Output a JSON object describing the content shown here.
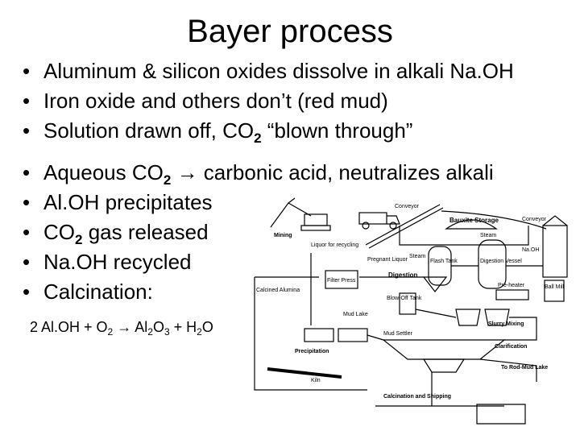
{
  "slide": {
    "title": "Bayer process",
    "bullets_group1": [
      {
        "text": "Aluminum & silicon oxides dissolve in alkali Na.OH"
      },
      {
        "text": "Iron oxide and others don’t (red mud)"
      },
      {
        "pre": "Solution drawn off, CO",
        "sub": "2",
        "post": " “blown through”"
      }
    ],
    "bullets_group2": [
      {
        "pre": "Aqueous CO",
        "sub": "2",
        "post": " → carbonic acid, neutralizes alkali"
      },
      {
        "text": "Al.OH precipitates"
      },
      {
        "pre": "CO",
        "sub": "2",
        "post": " gas released"
      },
      {
        "text": "Na.OH recycled"
      },
      {
        "text": "Calcination:"
      }
    ],
    "bullet_glyph": "•",
    "equation": {
      "p1": "2 Al.OH + O",
      "s1": "2",
      "p2": " → Al",
      "s2": "2",
      "p3": "O",
      "s3": "3",
      "p4": " + H",
      "s4": "2",
      "p5": "O"
    }
  },
  "diagram": {
    "labels": {
      "conveyor1": "Conveyor",
      "bauxite_storage": "Bauxite Storage",
      "conveyor2": "Conveyor",
      "mining": "Mining",
      "steam1": "Steam",
      "liquor": "Liquor for recycling",
      "naoh": "Na.OH",
      "pregnant_liquor": "Pregnant Liquor",
      "steam2": "Steam",
      "flash_tank": "Flash Tank",
      "digestion_vessel": "Digestion Vessel",
      "filter_press": "Filter Press",
      "digestion": "Digestion",
      "calcined_alumina": "Calcined Alumina",
      "blow_off_tank": "Blow-Off Tank",
      "pre_heater": "Pre-heater",
      "ball_mill": "Ball Mill",
      "mud_lake": "Mud Lake",
      "slurry_mixing": "Slurry Mixing",
      "mud_settler": "Mud Settler",
      "clarification": "Clarification",
      "precipitation": "Precipitation",
      "to_rod_mud_lake": "To Rod-Mud Lake",
      "kiln": "Kiln",
      "calcination_shipping": "Calcination and Shipping"
    }
  }
}
